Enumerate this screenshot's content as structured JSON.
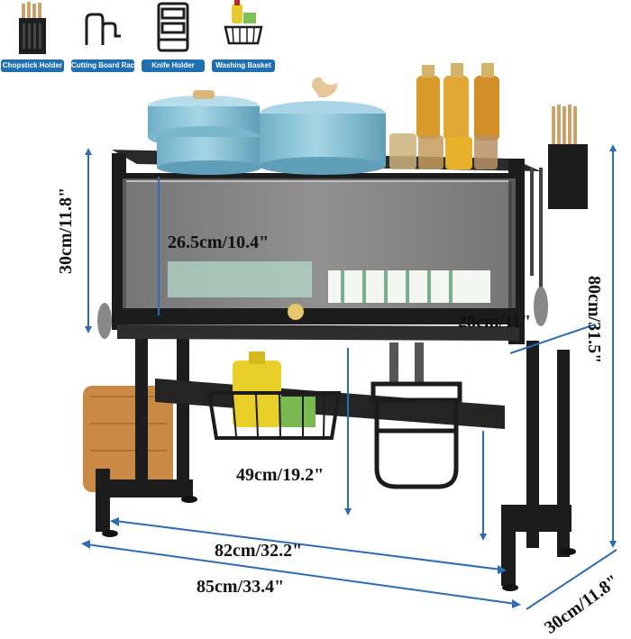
{
  "accessories": [
    {
      "icon": "chopstick-holder-icon",
      "label": "Chopstick Holder"
    },
    {
      "icon": "cutting-board-rack-icon",
      "label": "Cutting Board Rack"
    },
    {
      "icon": "knife-holder-icon",
      "label": "Knife Holder"
    },
    {
      "icon": "washing-basket-icon",
      "label": "Washing Basket"
    }
  ],
  "dimensions": {
    "upper_height": "30cm/11.8\"",
    "inner_width": "26.5cm/10.4\"",
    "inner_depth": "28cm/11\"",
    "total_height": "80cm/31.5\"",
    "clearance_height": "49cm/19.2\"",
    "inner_length": "82cm/32.2\"",
    "total_length": "85cm/33.4\"",
    "depth": "30cm/11.8\""
  },
  "colors": {
    "caption_bg": "#1f6fb3",
    "dimension_line": "#2a6db5",
    "frame": "#1c1c1c",
    "pot": "#8fc3d6"
  }
}
